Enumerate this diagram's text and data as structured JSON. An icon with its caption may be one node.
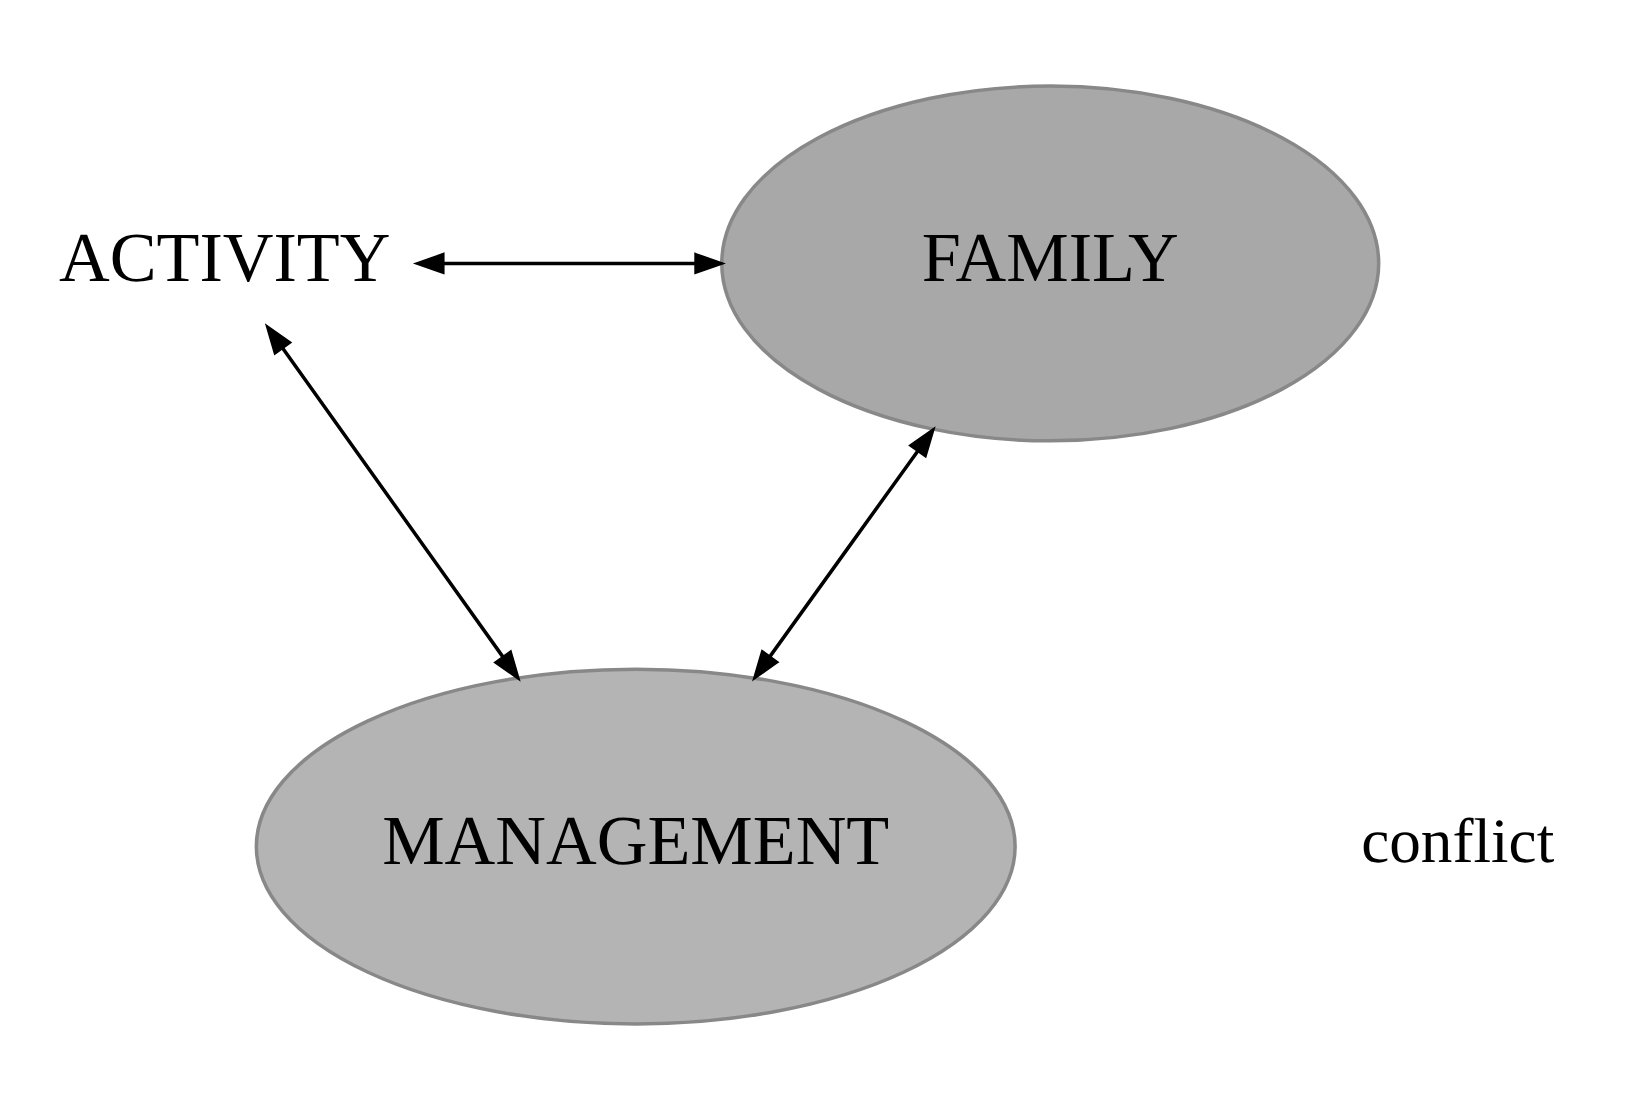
{
  "diagram": {
    "nodes": [
      {
        "text": [
          "ACTIVITY"
        ]
      },
      {
        "text": [
          "FAMILY"
        ]
      },
      {
        "text": [
          "MANAGEMENT"
        ]
      }
    ],
    "edges": [
      {
        "from": 0,
        "to": 1,
        "arrow": "both"
      },
      {
        "from": 0,
        "to": 2,
        "arrow": "both"
      },
      {
        "from": 1,
        "to": 2,
        "arrow": "both"
      }
    ],
    "labels": [
      "conflict"
    ]
  }
}
